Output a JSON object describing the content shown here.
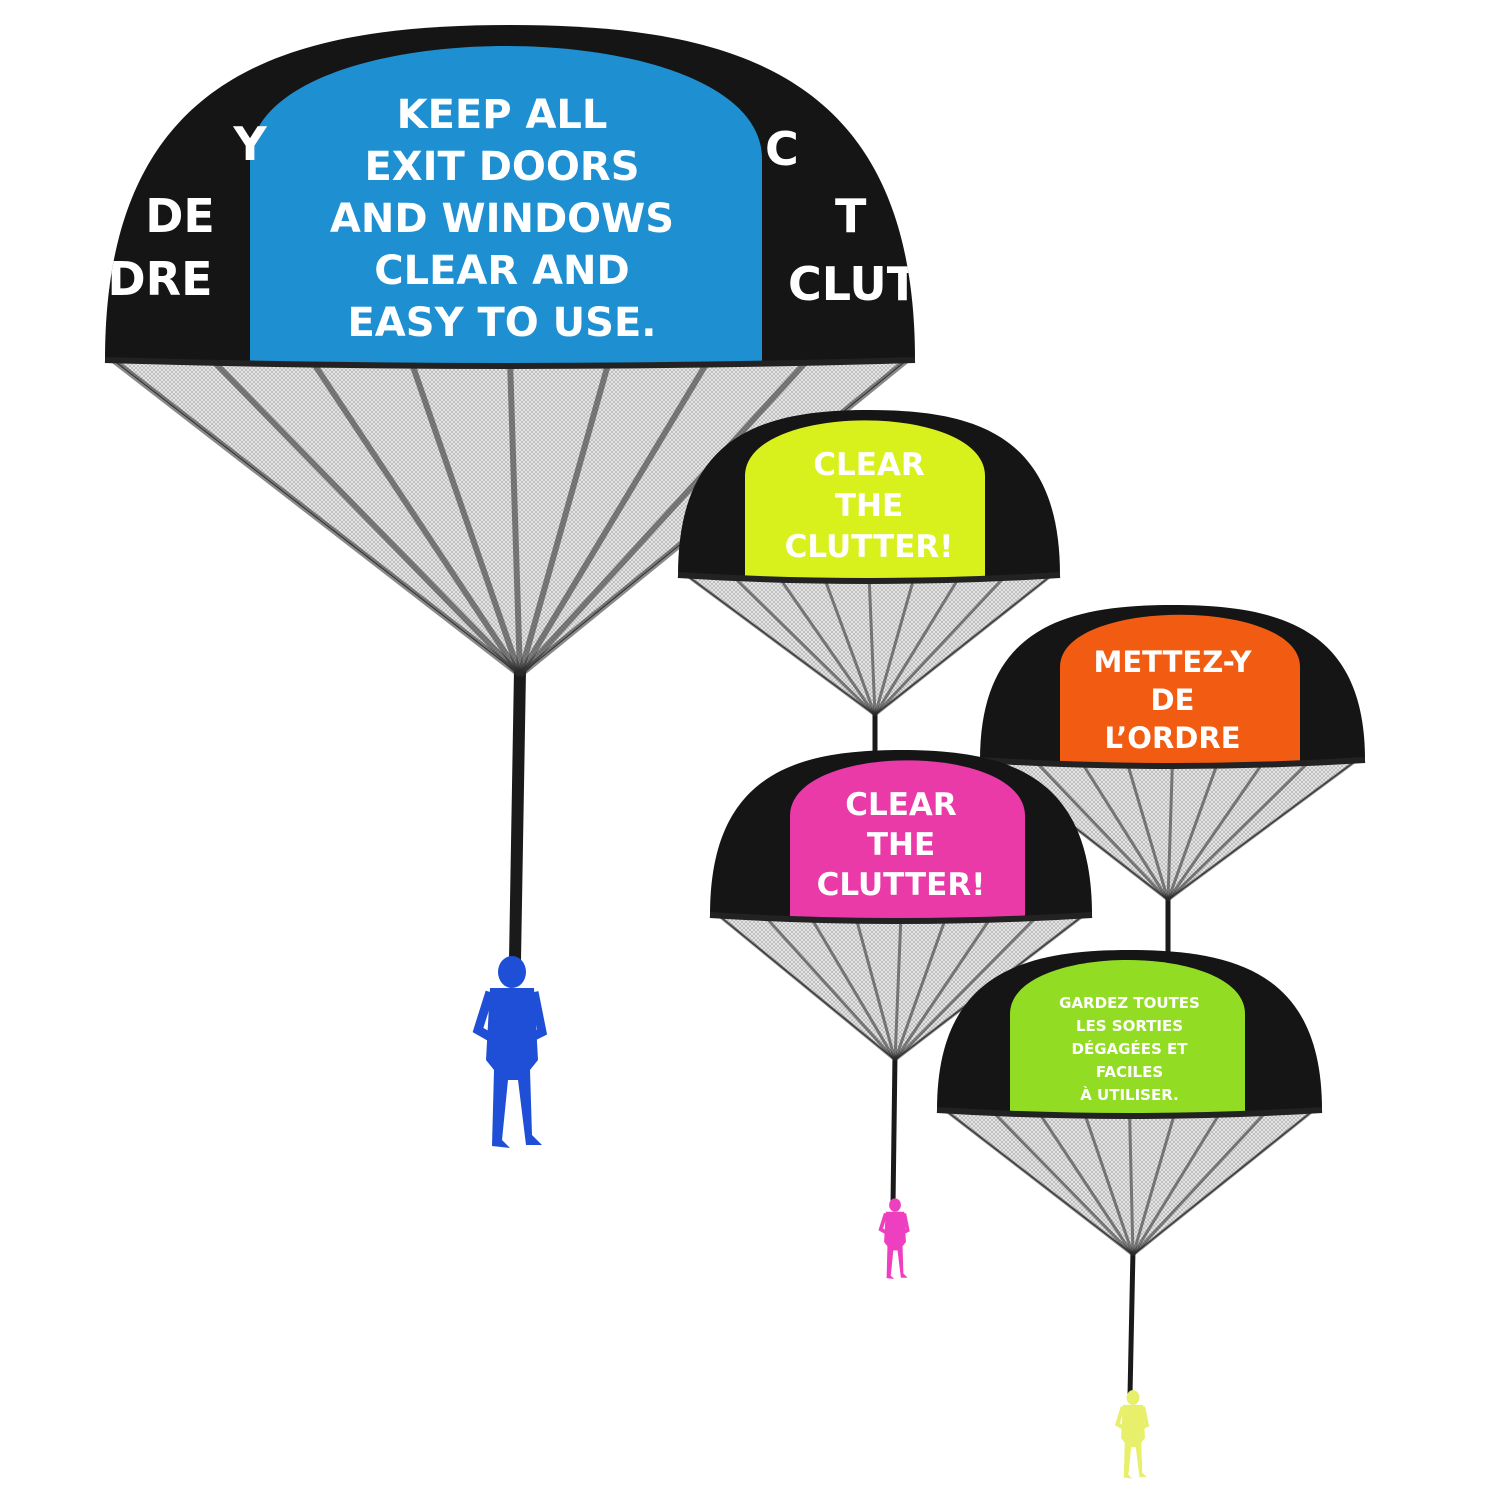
{
  "colors": {
    "canopy_black": "#151515",
    "blue": "#1e8fd0",
    "yellow_green": "#d8f01c",
    "orange": "#f25c12",
    "pink": "#e93aa8",
    "lime": "#93dc24"
  },
  "parachutes": [
    {
      "name": "large-blue-parachute",
      "panel_color": "#1e8fd0",
      "figure_color": "#1f4fd6",
      "lines": [
        "KEEP ALL",
        "EXIT DOORS",
        "AND WINDOWS",
        "CLEAR AND",
        "EASY TO USE."
      ],
      "left_side_lines": [
        "Y",
        "DE",
        "DRE"
      ],
      "right_side_lines": [
        "C",
        "T",
        "CLUT"
      ]
    },
    {
      "name": "yellow-green-parachute",
      "panel_color": "#d8f01c",
      "lines": [
        "CLEAR",
        "THE",
        "CLUTTER!"
      ]
    },
    {
      "name": "orange-parachute",
      "panel_color": "#f25c12",
      "lines": [
        "METTEZ-Y",
        "DE",
        "L’ORDRE"
      ]
    },
    {
      "name": "pink-parachute",
      "panel_color": "#e93aa8",
      "figure_color": "#ee3fc0",
      "lines": [
        "CLEAR",
        "THE",
        "CLUTTER!"
      ]
    },
    {
      "name": "lime-parachute",
      "panel_color": "#93dc24",
      "figure_color": "#e8ef6a",
      "lines": [
        "GARDEZ TOUTES",
        "LES SORTIES",
        "DÉGAGÉES ET",
        "FACILES",
        "À UTILISER."
      ]
    }
  ]
}
